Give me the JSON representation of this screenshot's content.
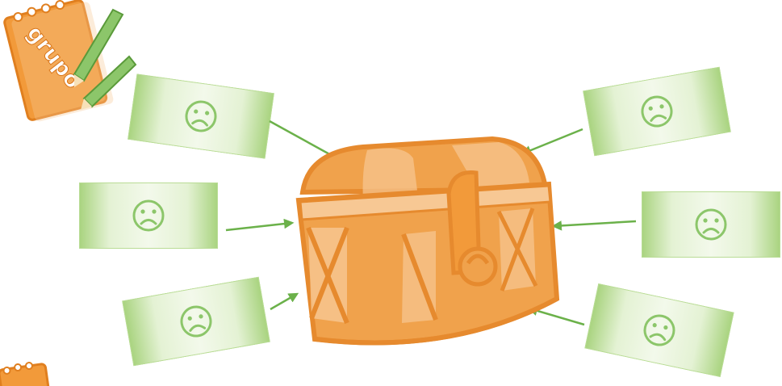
{
  "notebook_badge": {
    "label": "grupo"
  },
  "bills": [
    {
      "id": "top-left"
    },
    {
      "id": "middle-left"
    },
    {
      "id": "bottom-left"
    },
    {
      "id": "top-right"
    },
    {
      "id": "middle-right"
    },
    {
      "id": "bottom-right"
    }
  ],
  "colors": {
    "chest": "#f0a24c",
    "chest_light": "#f7c894",
    "chest_dark": "#e68a2e",
    "bill_green": "#a8d37e",
    "face_green": "#8cc66a",
    "arrow": "#6bb14a",
    "notebook": "#f29a3a"
  },
  "icons": [
    "notebook-icon",
    "pencil-icon",
    "sad-face-icon",
    "treasure-chest-icon",
    "arrow-icon"
  ]
}
